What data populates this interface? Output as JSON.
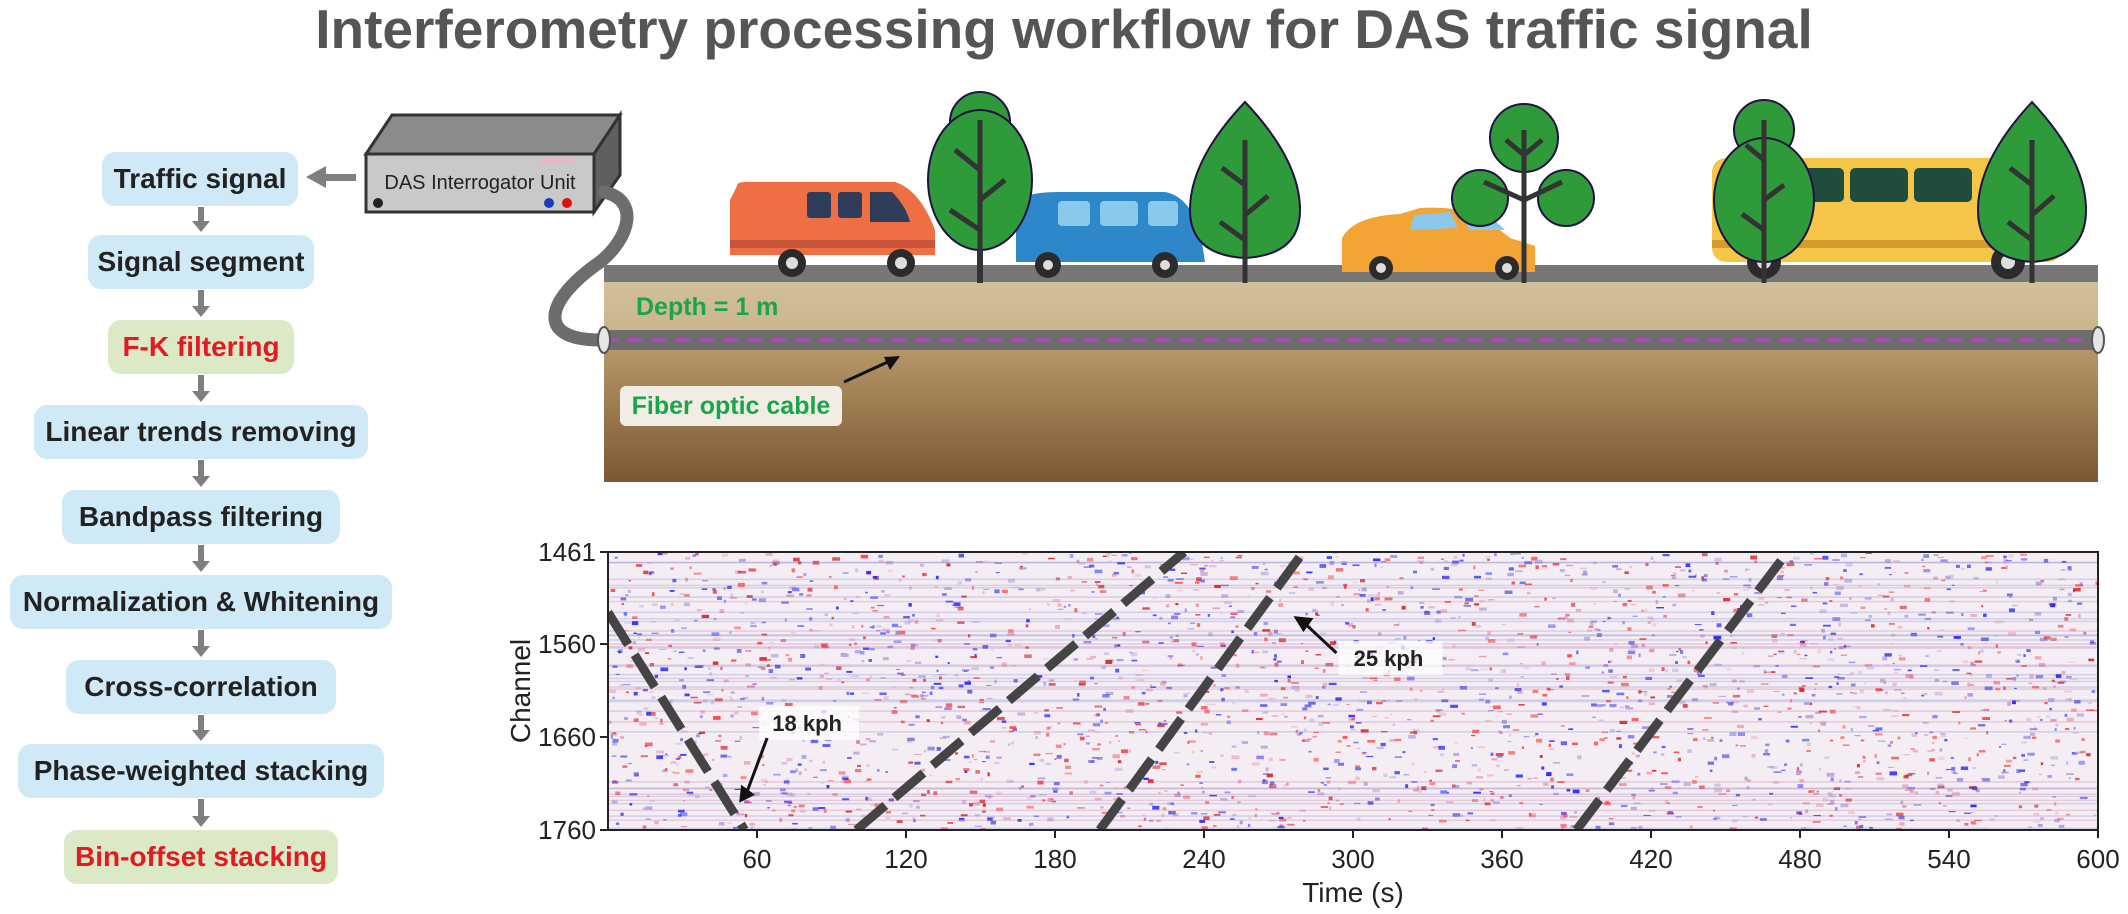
{
  "title": "Interferometry processing workflow for DAS traffic signal",
  "workflow": {
    "steps": [
      {
        "label": "Traffic signal",
        "style": "blue"
      },
      {
        "label": "Signal segment",
        "style": "blue"
      },
      {
        "label": "F-K filtering",
        "style": "green"
      },
      {
        "label": "Linear trends removing",
        "style": "blue"
      },
      {
        "label": "Bandpass filtering",
        "style": "blue"
      },
      {
        "label": "Normalization & Whitening",
        "style": "blue"
      },
      {
        "label": "Cross-correlation",
        "style": "blue"
      },
      {
        "label": "Phase-weighted stacking",
        "style": "blue"
      },
      {
        "label": "Bin-offset stacking",
        "style": "green"
      }
    ]
  },
  "scene": {
    "interrogator_label": "DAS Interrogator Unit",
    "depth_label": "Depth = 1 m",
    "cable_label": "Fiber optic cable"
  },
  "colors": {
    "title": "#555555",
    "step_blue": "#cfe9f7",
    "step_green": "#dbe9c6",
    "highlight_text": "#e11b22",
    "scene_label_green": "#1aa54b",
    "cable_magenta": "#c03ccf"
  },
  "chart_data": {
    "type": "heatmap",
    "xlabel": "Time (s)",
    "ylabel": "Channel",
    "x_ticks": [
      60,
      120,
      180,
      240,
      300,
      360,
      420,
      480,
      540,
      600
    ],
    "y_ticks": [
      1461,
      1560,
      1660,
      1760
    ],
    "xlim": [
      0,
      600
    ],
    "ylim": [
      1461,
      1760
    ],
    "y_inverted": true,
    "colormap": [
      "#1a1aff",
      "#ffffff",
      "#ff1a1a"
    ],
    "tracks": [
      {
        "x": [
          0,
          55
        ],
        "y": [
          1526,
          1760
        ]
      },
      {
        "x": [
          100,
          232
        ],
        "y": [
          1760,
          1461
        ]
      },
      {
        "x": [
          198,
          280
        ],
        "y": [
          1760,
          1461
        ]
      },
      {
        "x": [
          390,
          475
        ],
        "y": [
          1760,
          1461
        ]
      }
    ],
    "annotations": [
      {
        "text": "18 kph",
        "x": 52,
        "y": 1735
      },
      {
        "text": "25 kph",
        "x": 272,
        "y": 1530
      }
    ]
  }
}
